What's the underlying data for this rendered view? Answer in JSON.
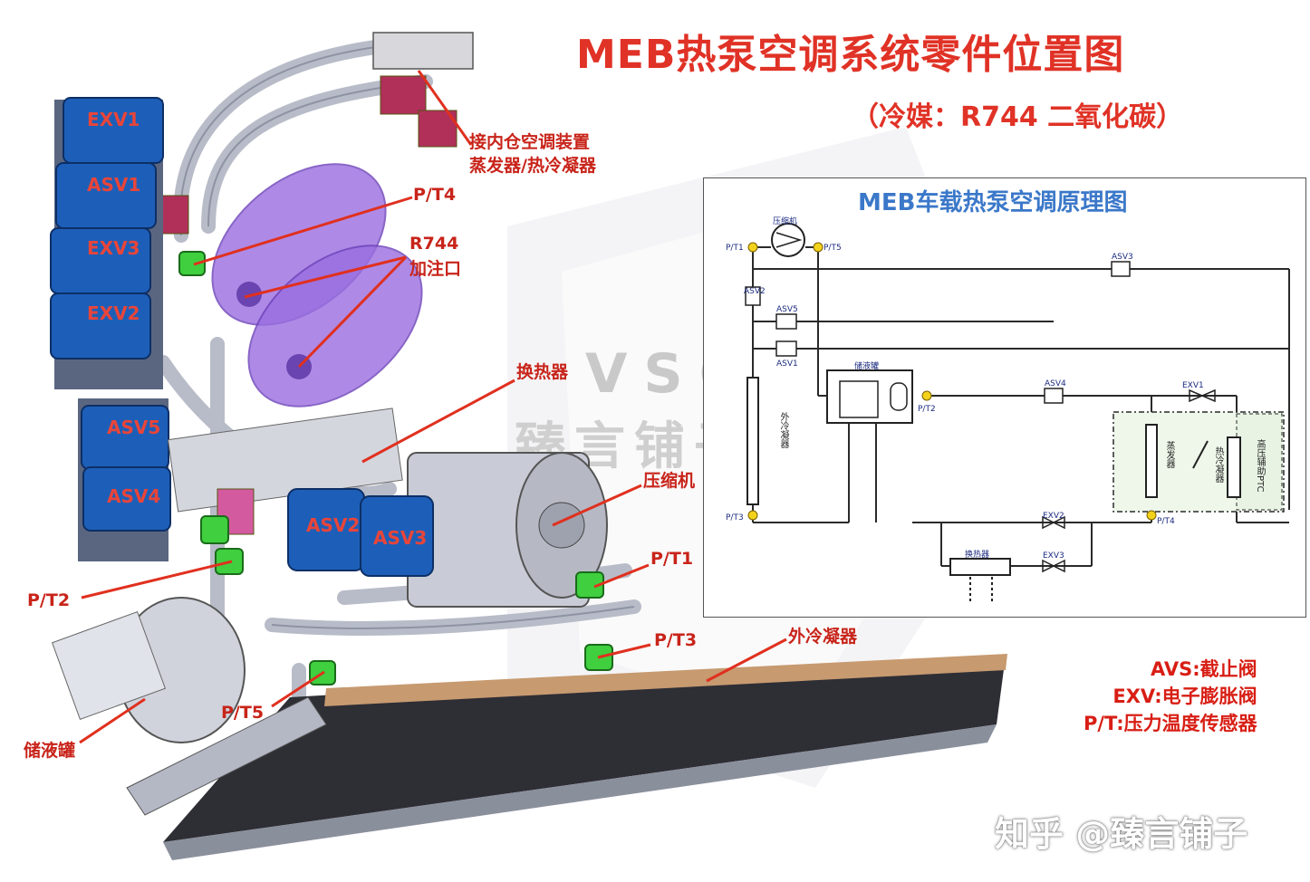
{
  "title": "MEB热泵空调系统零件位置图",
  "subtitle": "（冷媒：R744 二氧化碳）",
  "labels": {
    "internal_hvac": "接内仓空调装置",
    "evap_cond": "蒸发器/热冷凝器",
    "pt4": "P/T4",
    "r744": "R744",
    "charge_port": "加注口",
    "heat_exchanger": "换热器",
    "compressor": "压缩机",
    "pt1": "P/T1",
    "pt2": "P/T2",
    "pt3": "P/T3",
    "pt5": "P/T5",
    "ext_condenser": "外冷凝器",
    "accumulator": "储液罐"
  },
  "modules": [
    "EXV1",
    "ASV1",
    "EXV3",
    "EXV2",
    "ASV5",
    "ASV4",
    "ASV2",
    "ASV3"
  ],
  "legend": [
    "AVS:截止阀",
    "EXV:电子膨胀阀",
    "P/T:压力温度传感器"
  ],
  "watermark": "知乎 @臻言铺子",
  "bg_watermark": {
    "line1": "VSC",
    "line2": "臻言铺子"
  },
  "schematic": {
    "title": "MEB车载热泵空调原理图",
    "compressor": "压缩机",
    "accumulator": "储液罐",
    "heat_exchanger": "换热器",
    "outer_condenser": "外冷凝器",
    "evaporator": "蒸发器",
    "hot_condenser": "热冷凝器",
    "ptc": "高压辅助PTC",
    "sensors": [
      "P/T1",
      "P/T5",
      "P/T2",
      "P/T3",
      "P/T4"
    ],
    "valves": [
      "ASV3",
      "ASV2",
      "ASV5",
      "ASV1",
      "ASV4",
      "EXV1",
      "EXV2",
      "EXV3"
    ]
  },
  "colors": {
    "title": "#e03226",
    "label": "#c8241a",
    "schematic_title": "#3b78c9",
    "valve_blue": "#1d5fb8",
    "tank_purple": "#8a5bd6"
  }
}
